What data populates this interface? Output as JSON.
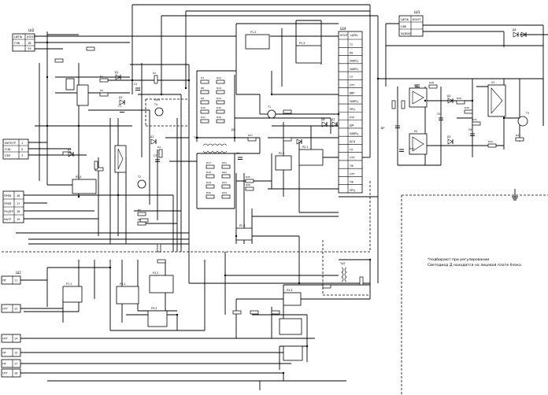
{
  "colors": {
    "ink": "#000000",
    "paper": "#ffffff"
  },
  "connectors": {
    "w2": {
      "title": "Ш2",
      "rows": [
        "ЦЕПЬ",
        "ГНБ"
      ],
      "pin_header": "КОНТ",
      "pins": [
        "18",
        "19"
      ]
    },
    "w3": {
      "title": "Ш3",
      "rows": [
        "ИНТЕГР",
        "ГНБ",
        "СБР"
      ],
      "pins": [
        "1",
        "2",
        "3"
      ]
    },
    "w4": {
      "title": "Ш4",
      "header": [
        "КОНТ",
        "ЦЕПЬ"
      ],
      "rows": [
        "Т2",
        "Ф1",
        "ЗАВРЦ",
        "ЗАВРЦ",
        "ГЛ",
        "ОТТ",
        "ВВР",
        "ЗАВРЦ",
        "ПРЦ",
        "УТР",
        "ДМ",
        "ЗАВРЦ",
        "ДСЦ",
        "ГЛ",
        "ОТТ",
        "ТФ",
        "ОТТ",
        "ТФ",
        "ПРЦ"
      ]
    },
    "w1": {
      "title": "Ш1",
      "header": [
        "ЦЕПЬ",
        "КОНТ"
      ],
      "rows": [
        "СВЕ",
        "ЗАЗЕМЛ"
      ]
    },
    "w5": {
      "rows": [
        "ПРЕВ",
        "ПРЕВ",
        "ПОДГР",
        "НАГР"
      ],
      "pins": [
        "16",
        "17",
        "18",
        "19"
      ]
    },
    "w6": {
      "title": "Ш2",
      "rows": [
        "ПР",
        "ОТТ",
        "ОТТ",
        "ПР",
        "ПР",
        "ОТТ"
      ],
      "pins": [
        "11",
        "12",
        "14",
        "15",
        "17",
        "18"
      ]
    }
  },
  "labels": {
    "relays": [
      "Р1.2",
      "Р1.3",
      "Р2.1",
      "Р2.2",
      "Р2.3",
      "Р2.4",
      "Р1.1",
      "Р3.1",
      "Р3.2",
      "Р3.3",
      "Р3.4"
    ],
    "resistors": [
      "R1",
      "R2",
      "R3",
      "R4",
      "R5",
      "R6",
      "R7",
      "R8",
      "R9",
      "R10",
      "R11",
      "R12",
      "R13",
      "R14",
      "R15",
      "R16",
      "R17",
      "R18",
      "R19",
      "R20",
      "R21",
      "R22",
      "R23",
      "R24",
      "R25",
      "R26",
      "R27",
      "R28",
      "R29",
      "R30",
      "R31",
      "R32",
      "R33",
      "R34"
    ],
    "diodes": [
      "Д1",
      "Д2",
      "Д3",
      "Д4",
      "Д5",
      "Д6",
      "Д7",
      "Д8",
      "Д9"
    ],
    "transistors": [
      "Т1",
      "Т2",
      "Т3",
      "Т4"
    ],
    "capacitors": [
      "С1",
      "С2",
      "С3",
      "С4",
      "С5",
      "С6"
    ],
    "chips": [
      "У1",
      "У2",
      "У3"
    ],
    "other": [
      "Тр1",
      "Тр2",
      "ДС",
      "ПИ1",
      "ВР"
    ]
  },
  "notes": {
    "line1": "*подбирают при регулировании",
    "line2": "Светодиод Д находится на лицевой плате блока"
  }
}
